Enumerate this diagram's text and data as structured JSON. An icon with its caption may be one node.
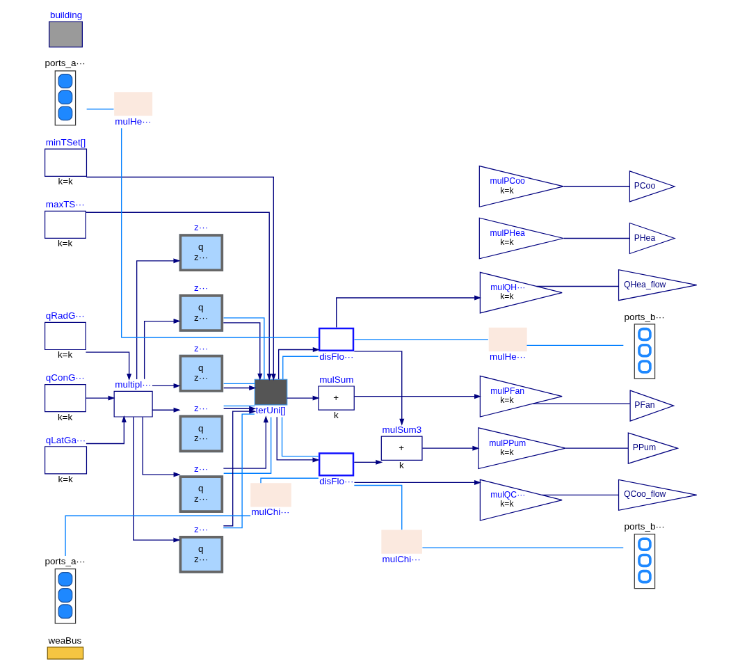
{
  "diagram": {
    "nodes": [
      {
        "text": [
          "weaBus"
        ]
      },
      {
        "text": [
          "minTSet[]",
          "k=k"
        ]
      },
      {
        "text": [
          "maxTS···",
          "k=k"
        ]
      },
      {
        "text": [
          "qRadG···",
          "k=k"
        ]
      },
      {
        "text": [
          "qConG···",
          "k=k"
        ]
      },
      {
        "text": [
          "qLatGa···",
          "k=k"
        ]
      },
      {
        "text": [
          "multipl···"
        ]
      },
      {
        "text": [
          "building"
        ]
      },
      {
        "text": [
          "z···",
          "q",
          "z···"
        ]
      },
      {
        "text": [
          "z···",
          "q",
          "z···"
        ]
      },
      {
        "text": [
          "z···",
          "q",
          "z···"
        ]
      },
      {
        "text": [
          "z···",
          "q",
          "z···"
        ]
      },
      {
        "text": [
          "z···",
          "q",
          "z···"
        ]
      },
      {
        "text": [
          "z···",
          "q",
          "z···"
        ]
      },
      {
        "text": [
          "terUni[]"
        ]
      },
      {
        "text": [
          "ports_a···"
        ]
      },
      {
        "text": [
          "mulHe···"
        ]
      },
      {
        "text": [
          "disFlo···"
        ]
      },
      {
        "text": [
          "ports_a···"
        ]
      },
      {
        "text": [
          "mulChi···"
        ]
      },
      {
        "text": [
          "disFlo···"
        ]
      },
      {
        "text": [
          "mulHe···"
        ]
      },
      {
        "text": [
          "ports_b···"
        ]
      },
      {
        "text": [
          "mulChi···"
        ]
      },
      {
        "text": [
          "ports_b···"
        ]
      },
      {
        "text": [
          "mulQH···",
          "k=k"
        ]
      },
      {
        "text": [
          "QHea_flow"
        ]
      },
      {
        "text": [
          "mulQC···",
          "k=k"
        ]
      },
      {
        "text": [
          "QCoo_flow"
        ]
      },
      {
        "text": [
          "mulPHea",
          "k=k"
        ]
      },
      {
        "text": [
          "PHea"
        ]
      },
      {
        "text": [
          "mulPCoo",
          "k=k"
        ]
      },
      {
        "text": [
          "PCoo"
        ]
      },
      {
        "text": [
          "mulSum",
          "+",
          "k"
        ]
      },
      {
        "text": [
          "mulPFan",
          "k=k"
        ]
      },
      {
        "text": [
          "PFan"
        ]
      },
      {
        "text": [
          "mulSum3",
          "+",
          "k"
        ]
      },
      {
        "text": [
          "mulPPum",
          "k=k"
        ]
      },
      {
        "text": [
          "PPum"
        ]
      }
    ],
    "edges": [
      {
        "from": 1,
        "to": 14,
        "arrow": "to"
      },
      {
        "from": 2,
        "to": 14,
        "arrow": "to"
      },
      {
        "from": 3,
        "to": 6,
        "arrow": "to"
      },
      {
        "from": 4,
        "to": 6,
        "arrow": "to"
      },
      {
        "from": 5,
        "to": 6,
        "arrow": "to"
      },
      {
        "from": 6,
        "to": 8,
        "arrow": "to"
      },
      {
        "from": 6,
        "to": 9,
        "arrow": "to"
      },
      {
        "from": 6,
        "to": 10,
        "arrow": "to"
      },
      {
        "from": 6,
        "to": 11,
        "arrow": "to"
      },
      {
        "from": 6,
        "to": 12,
        "arrow": "to"
      },
      {
        "from": 6,
        "to": 13,
        "arrow": "to"
      },
      {
        "from": 9,
        "to": 14,
        "arrow": "to"
      },
      {
        "from": 10,
        "to": 14,
        "arrow": "to"
      },
      {
        "from": 11,
        "to": 14,
        "arrow": "to"
      },
      {
        "from": 12,
        "to": 14,
        "arrow": "to"
      },
      {
        "from": 13,
        "to": 14,
        "arrow": "to"
      },
      {
        "from": 9,
        "to": 14,
        "arrow": "none",
        "color": "#007fff"
      },
      {
        "from": 10,
        "to": 14,
        "arrow": "none",
        "color": "#007fff"
      },
      {
        "from": 11,
        "to": 14,
        "arrow": "none",
        "color": "#007fff"
      },
      {
        "from": 12,
        "to": 14,
        "arrow": "none",
        "color": "#007fff"
      },
      {
        "from": 13,
        "to": 14,
        "arrow": "none",
        "color": "#007fff"
      },
      {
        "from": 14,
        "to": 17,
        "arrow": "to"
      },
      {
        "from": 14,
        "to": 20,
        "arrow": "to"
      },
      {
        "from": 14,
        "to": 17,
        "arrow": "none",
        "color": "#007fff"
      },
      {
        "from": 14,
        "to": 20,
        "arrow": "none",
        "color": "#007fff"
      },
      {
        "from": 15,
        "to": 16,
        "arrow": "none",
        "color": "#007fff"
      },
      {
        "from": 16,
        "to": 17,
        "arrow": "none",
        "color": "#007fff"
      },
      {
        "from": 17,
        "to": 21,
        "arrow": "none",
        "color": "#007fff"
      },
      {
        "from": 21,
        "to": 22,
        "arrow": "none",
        "color": "#007fff"
      },
      {
        "from": 18,
        "to": 19,
        "arrow": "none",
        "color": "#007fff"
      },
      {
        "from": 19,
        "to": 20,
        "arrow": "none",
        "color": "#007fff"
      },
      {
        "from": 20,
        "to": 23,
        "arrow": "none",
        "color": "#007fff"
      },
      {
        "from": 23,
        "to": 24,
        "arrow": "none",
        "color": "#007fff"
      },
      {
        "from": 17,
        "to": 25,
        "arrow": "to"
      },
      {
        "from": 20,
        "to": 27,
        "arrow": "to"
      },
      {
        "from": 14,
        "to": 33,
        "arrow": "to"
      },
      {
        "from": 17,
        "to": 36,
        "arrow": "to"
      },
      {
        "from": 20,
        "to": 36,
        "arrow": "to"
      },
      {
        "from": 25,
        "to": 26,
        "arrow": "none"
      },
      {
        "from": 27,
        "to": 28,
        "arrow": "none"
      },
      {
        "from": 29,
        "to": 30,
        "arrow": "none"
      },
      {
        "from": 31,
        "to": 32,
        "arrow": "none"
      },
      {
        "from": 33,
        "to": 34,
        "arrow": "to"
      },
      {
        "from": 34,
        "to": 35,
        "arrow": "none"
      },
      {
        "from": 36,
        "to": 37,
        "arrow": "to"
      },
      {
        "from": 37,
        "to": 38,
        "arrow": "none"
      }
    ]
  }
}
